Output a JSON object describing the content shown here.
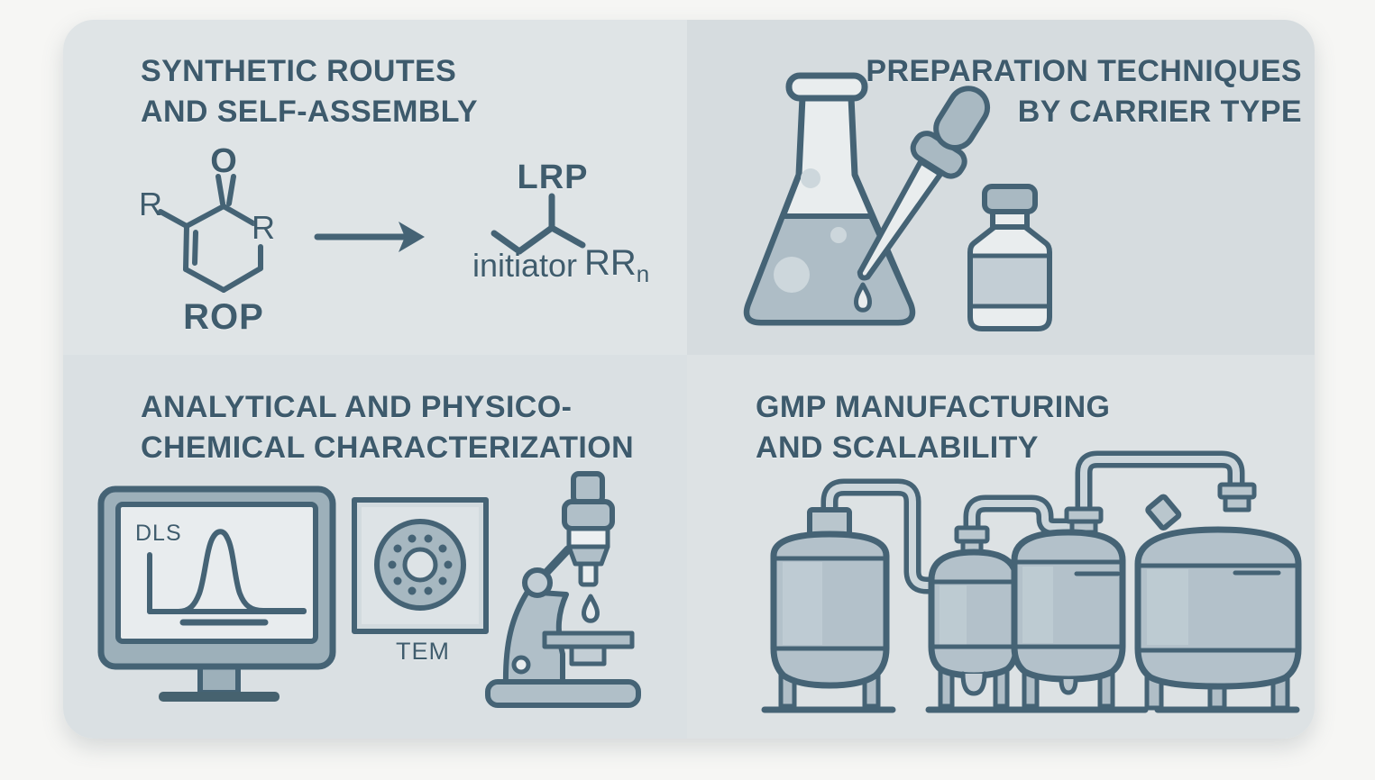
{
  "panels": {
    "synthesis": {
      "title1": "SYNTHETIC ROUTES",
      "title2": "AND SELF-ASSEMBLY",
      "labels": {
        "oxygen": "O",
        "r_left": "R",
        "r_right": "R",
        "rop": "ROP",
        "lrp": "LRP",
        "initiator": "initiator",
        "rr": "RR",
        "rr_subscript": "n"
      }
    },
    "preparation": {
      "title1": "PREPARATION TECHNIQUES",
      "title2": "BY CARRIER TYPE"
    },
    "characterization": {
      "title1": "ANALYTICAL AND PHYSICO-",
      "title2": "CHEMICAL CHARACTERIZATION",
      "labels": {
        "dls": "DLS",
        "tem": "TEM"
      }
    },
    "manufacturing": {
      "title1": "GMP MANUFACTURING",
      "title2": "AND SCALABILITY"
    }
  },
  "colors": {
    "page_background": "#f6f6f4",
    "panel_synthesis_bg": "#dfe4e6",
    "panel_preparation_bg": "#d6dcdf",
    "panel_characterization_bg": "#dae0e3",
    "panel_manufacturing_bg": "#dde2e4",
    "ink": "#3f5c6d",
    "fill_mid": "#b0bfc8",
    "fill_light": "#e8ecee",
    "fill_bubble": "#cdd7dc",
    "pipe_inner": "#ccd6db"
  }
}
